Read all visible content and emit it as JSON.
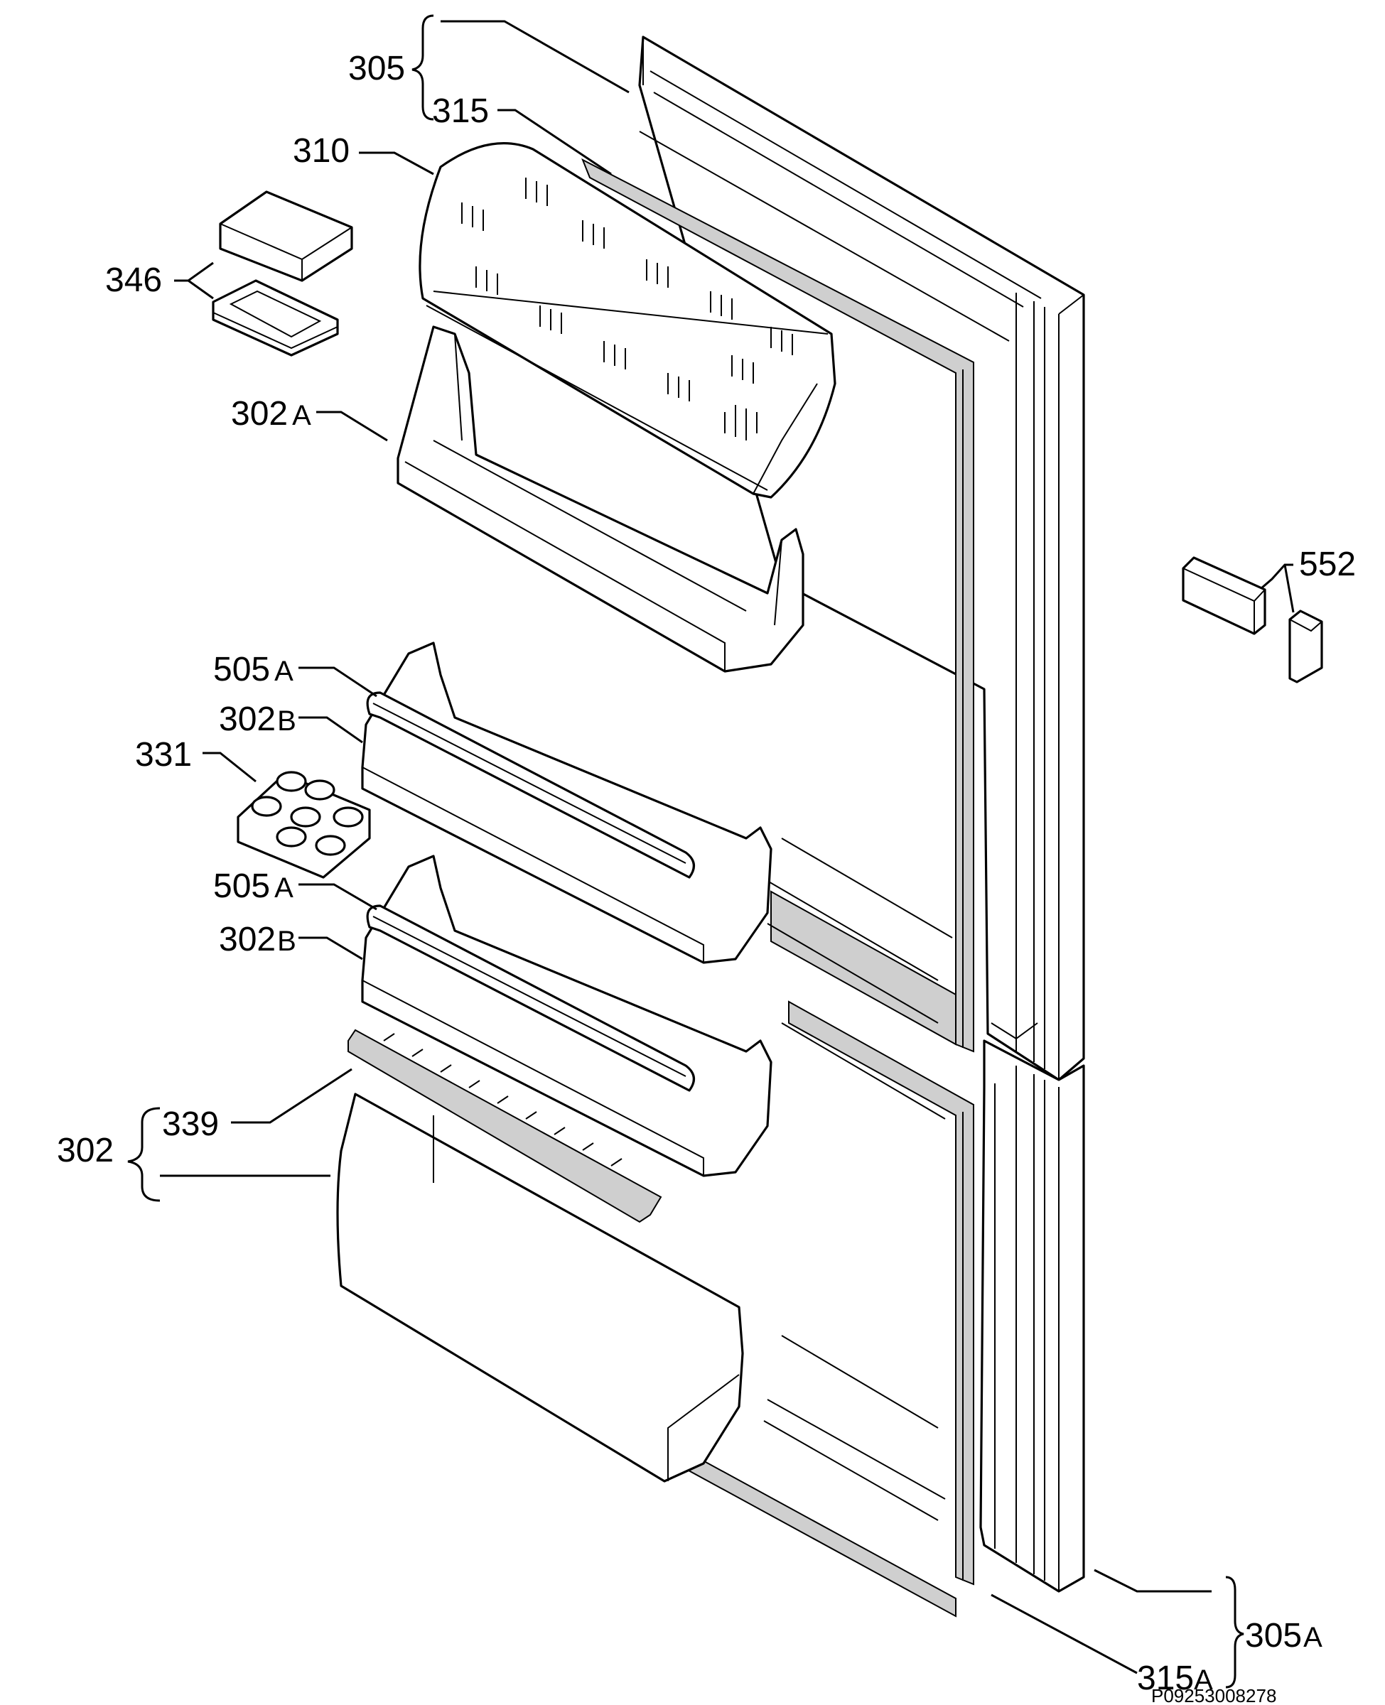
{
  "diagram": {
    "reference_code": "P09253008278",
    "callouts": [
      {
        "id": "305",
        "text": "305",
        "suffix": ""
      },
      {
        "id": "315",
        "text": "315",
        "suffix": ""
      },
      {
        "id": "310",
        "text": "310",
        "suffix": ""
      },
      {
        "id": "346",
        "text": "346",
        "suffix": ""
      },
      {
        "id": "302a",
        "text": "302",
        "suffix": "A"
      },
      {
        "id": "505a-top",
        "text": "505",
        "suffix": "A"
      },
      {
        "id": "302b-top",
        "text": "302",
        "suffix": "B"
      },
      {
        "id": "331",
        "text": "331",
        "suffix": ""
      },
      {
        "id": "505a-bottom",
        "text": "505",
        "suffix": "A"
      },
      {
        "id": "302b-bottom",
        "text": "302",
        "suffix": "B"
      },
      {
        "id": "339",
        "text": "339",
        "suffix": ""
      },
      {
        "id": "302",
        "text": "302",
        "suffix": ""
      },
      {
        "id": "552",
        "text": "552",
        "suffix": ""
      },
      {
        "id": "305a",
        "text": "305",
        "suffix": "A"
      },
      {
        "id": "315a",
        "text": "315",
        "suffix": "A"
      }
    ]
  }
}
